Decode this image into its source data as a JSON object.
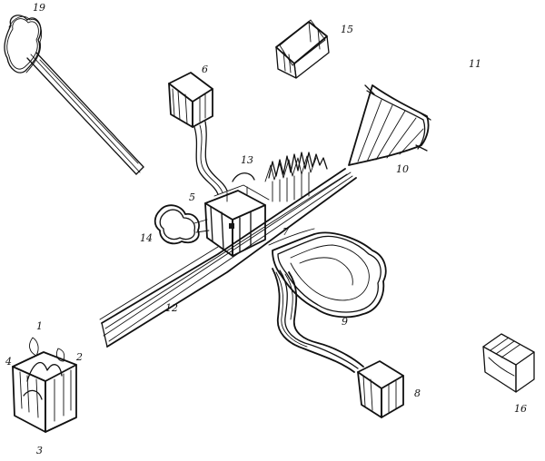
{
  "labels": {
    "l1": "1",
    "l2": "2",
    "l3": "3",
    "l4": "4",
    "l5": "5",
    "l6": "6",
    "l7": "7",
    "l8": "8",
    "l9": "9",
    "l10": "10",
    "l11": "11",
    "l12": "12",
    "l13": "13",
    "l14": "14",
    "l15": "15",
    "l16": "16",
    "l19": "19"
  }
}
